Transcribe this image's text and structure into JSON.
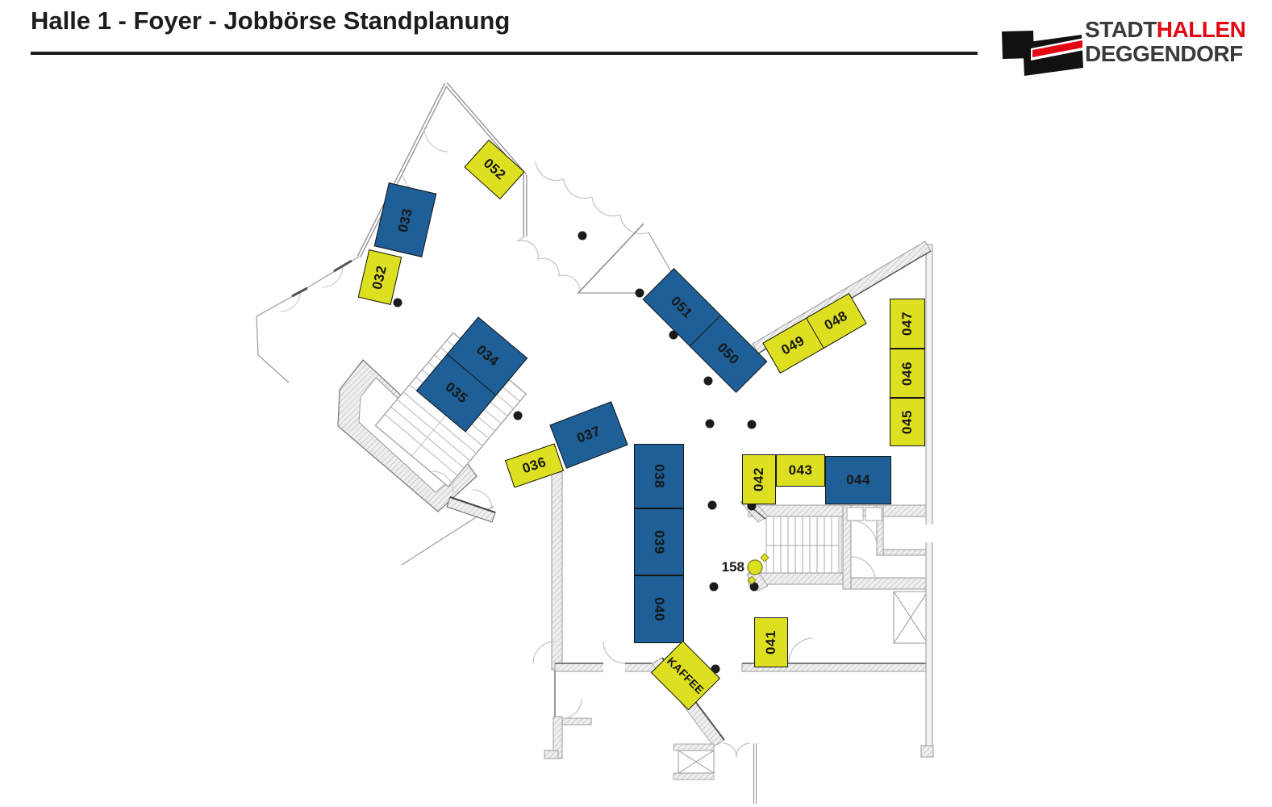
{
  "header": {
    "title": "Halle 1 - Foyer - Jobbörse Standplanung"
  },
  "logo": {
    "brand_dark": "STADT",
    "brand_red": "HALLEN",
    "brand_line2": "DEGGENDORF"
  },
  "colors": {
    "booth_blue": "#1d5f96",
    "booth_yellow": "#dde021",
    "logo_red": "#e30613",
    "ink": "#1c1c1c"
  },
  "plan": {
    "marker_158": "158",
    "booths": {
      "b032": {
        "label": "032"
      },
      "b033": {
        "label": "033"
      },
      "b034": {
        "label": "034"
      },
      "b035": {
        "label": "035"
      },
      "b036": {
        "label": "036"
      },
      "b037": {
        "label": "037"
      },
      "b038": {
        "label": "038"
      },
      "b039": {
        "label": "039"
      },
      "b040": {
        "label": "040"
      },
      "b041": {
        "label": "041"
      },
      "b042": {
        "label": "042"
      },
      "b043": {
        "label": "043"
      },
      "b044": {
        "label": "044"
      },
      "b045": {
        "label": "045"
      },
      "b046": {
        "label": "046"
      },
      "b047": {
        "label": "047"
      },
      "b048": {
        "label": "048"
      },
      "b049": {
        "label": "049"
      },
      "b050": {
        "label": "050"
      },
      "b051": {
        "label": "051"
      },
      "b052": {
        "label": "052"
      },
      "kaffee": {
        "label": "KAFFEE"
      }
    }
  }
}
